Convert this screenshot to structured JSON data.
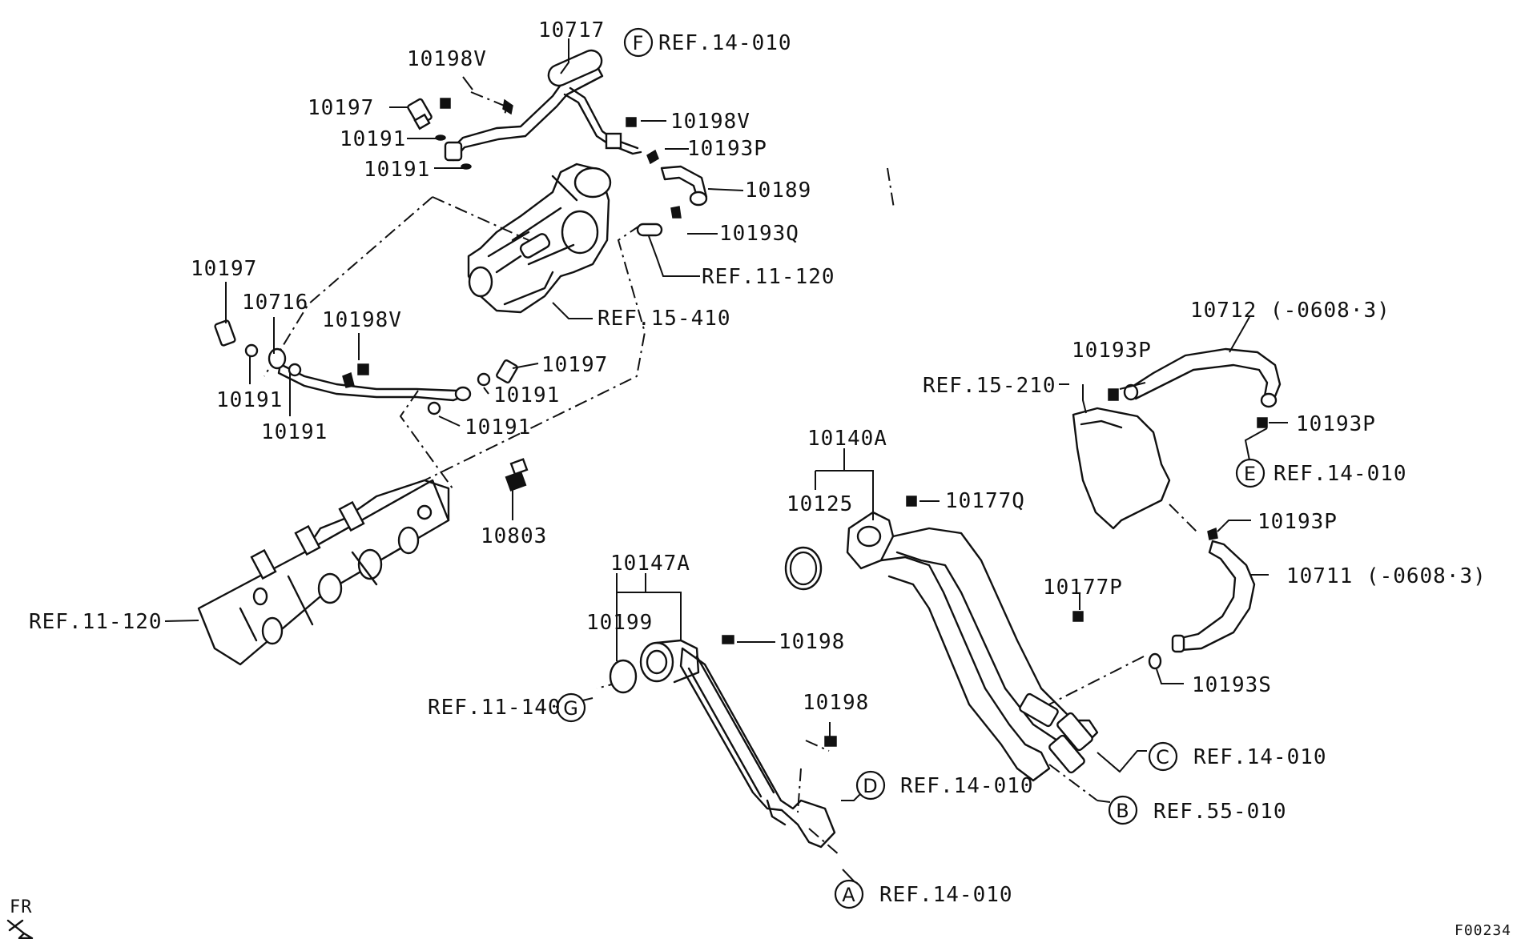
{
  "labels": {
    "p10717": "10717",
    "p10198v_a": "10198V",
    "p10197_a": "10197",
    "p10191_a": "10191",
    "p10191_b": "10191",
    "p10198v_b": "10198V",
    "p10193p_a": "10193P",
    "p10189": "10189",
    "p10193q": "10193Q",
    "ref11120_a": "REF.11-120",
    "ref15410": "REF.15-410",
    "p10197_b": "10197",
    "p10716": "10716",
    "p10198v_c": "10198V",
    "p10197_c": "10197",
    "p10191_c": "10191",
    "p10191_d": "10191",
    "p10191_e": "10191",
    "p10191_f": "10191",
    "p10803": "10803",
    "ref11120_b": "REF.11-120",
    "p10147a": "10147A",
    "p10199": "10199",
    "p10198_a": "10198",
    "p10198_b": "10198",
    "ref11140": "REF.11-140",
    "ref14010_d": "REF.14-010",
    "ref14010_a": "REF.14-010",
    "p10140a": "10140A",
    "p10125": "10125",
    "p10177q": "10177Q",
    "p10177p": "10177P",
    "p10193s": "10193S",
    "ref14010_c": "REF.14-010",
    "ref55010": "REF.55-010",
    "p10712": "10712 (-0608·3)",
    "p10193p_b": "10193P",
    "ref15210": "REF.15-210",
    "p10193p_c": "10193P",
    "ref14010_e": "REF.14-010",
    "p10193p_d": "10193P",
    "p10711": "10711 (-0608·3)",
    "ref14010_f": "REF.14-010",
    "fr": "FR",
    "fig_code": "F00234"
  },
  "callouts": {
    "F": "F",
    "G": "G",
    "D": "D",
    "A": "A",
    "C": "C",
    "B": "B",
    "E": "E"
  },
  "icons": {
    "fr_arrow": "front-direction-arrow-icon"
  }
}
